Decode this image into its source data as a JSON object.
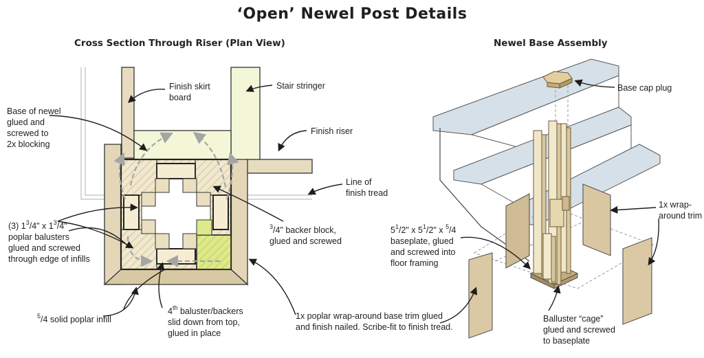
{
  "title": "‘Open’ Newel Post Details",
  "left_panel": {
    "subtitle": "Cross Section Through Riser (Plan View)",
    "labels": {
      "finish_skirt_1": "Finish skirt",
      "finish_skirt_2": "board",
      "stair_stringer": "Stair stringer",
      "base_newel_1": "Base of newel",
      "base_newel_2": "glued and",
      "base_newel_3": "screwed to",
      "base_newel_4": "2x blocking",
      "finish_riser": "Finish riser",
      "line_tread_1": "Line of",
      "line_tread_2": "finish tread",
      "balusters_1_pre": "(3) 1",
      "balusters_1_a": "3",
      "balusters_1_b": "/4\" x 1",
      "balusters_1_c": "3",
      "balusters_1_d": "/4\"",
      "balusters_2": "poplar balusters",
      "balusters_3": "glued and screwed",
      "balusters_4": "through edge of infills",
      "backer_1_sup": "3",
      "backer_1": "/4\" backer block,",
      "backer_2": "glued and screwed",
      "infill_sup": "5",
      "infill": "/4 solid poplar infill",
      "fourth_1_pre": "4",
      "fourth_1_sup": "th",
      "fourth_1": " baluster/backers",
      "fourth_2": "slid down from top,",
      "fourth_3": "glued in place",
      "wrap_1": "1x poplar wrap-around base trim glued",
      "wrap_2": "and finish nailed. Scribe-fit to finish tread."
    }
  },
  "right_panel": {
    "subtitle": "Newel Base Assembly",
    "labels": {
      "base_cap_plug": "Base cap plug",
      "wrap_trim_1": "1x wrap-",
      "wrap_trim_2": "around trim",
      "baseplate_1_a": "5",
      "baseplate_1_b": "1",
      "baseplate_1_c": "/2\" x 5",
      "baseplate_1_d": "1",
      "baseplate_1_e": "/2\" x ",
      "baseplate_1_f": "5",
      "baseplate_1_g": "/4",
      "baseplate_2": "baseplate, glued",
      "baseplate_3": "and screwed into",
      "baseplate_4": "floor framing",
      "cage_1": "Balluster “cage”",
      "cage_2": "glued and screwed",
      "cage_3": "to baseplate"
    }
  },
  "colors": {
    "wood": "#e7dcc0",
    "wood_dark": "#b9a27c",
    "light_yellow": "#f3f7d8",
    "green_infill": "#dde98a",
    "tread_blue": "#d3dde5",
    "outline": "#222222",
    "arrow_gray": "#9a9a9a"
  }
}
